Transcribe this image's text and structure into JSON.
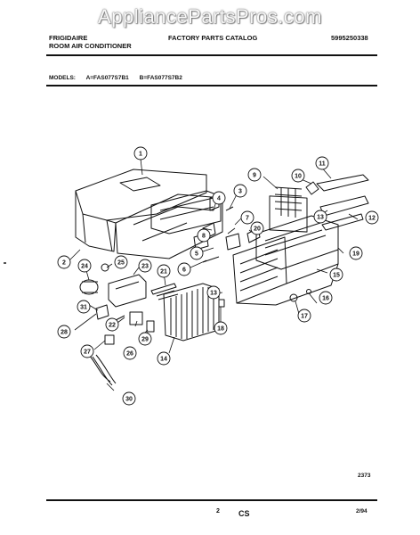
{
  "watermark": "AppliancePartsPros.com",
  "header": {
    "brand_line1": "FRIGIDAIRE",
    "brand_line2": "ROOM AIR CONDITIONER",
    "catalog_title": "FACTORY PARTS CATALOG",
    "catalog_number": "5995250338"
  },
  "models": {
    "label": "MODELS:",
    "model_a": "A=FAS077S7B1",
    "model_b": "B=FAS077S7B2"
  },
  "diagram": {
    "callouts": [
      "1",
      "2",
      "3",
      "4",
      "5",
      "6",
      "7",
      "8",
      "9",
      "10",
      "11",
      "12",
      "13",
      "13",
      "14",
      "15",
      "16",
      "17",
      "18",
      "19",
      "20",
      "21",
      "22",
      "23",
      "24",
      "25",
      "26",
      "27",
      "28",
      "29",
      "30",
      "31"
    ]
  },
  "page_code": "2373",
  "footer": {
    "page_number": "2",
    "section_code": "CS",
    "date": "2/94"
  }
}
